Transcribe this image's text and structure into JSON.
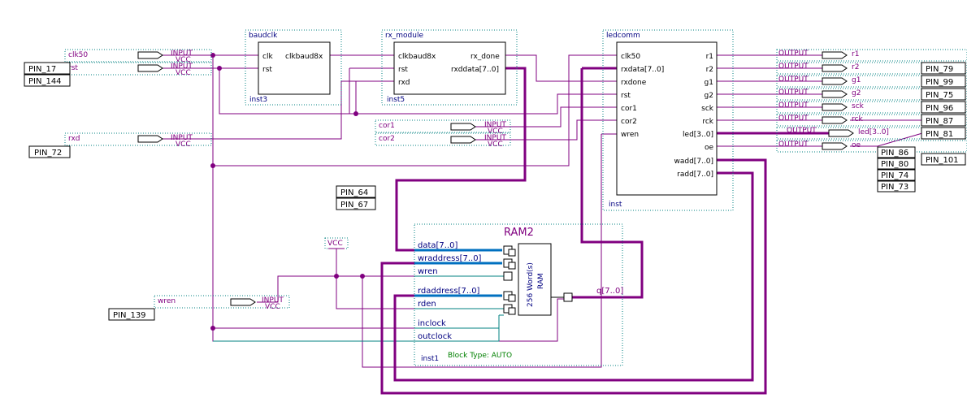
{
  "colors": {
    "wire": "#800080",
    "bus": "#800080",
    "ram_bus": "#0070c0",
    "frame": "#008080",
    "symbol": "#000080"
  },
  "inputs": {
    "clk50": {
      "name": "clk50",
      "type": "INPUT",
      "vcc": "VCC",
      "pin": "PIN_17"
    },
    "rst": {
      "name": "rst",
      "type": "INPUT",
      "vcc": "VCC",
      "pin": "PIN_144"
    },
    "rxd": {
      "name": "rxd",
      "type": "INPUT",
      "vcc": "VCC",
      "pin": "PIN_72"
    },
    "cor1": {
      "name": "cor1",
      "type": "INPUT",
      "vcc": "VCC",
      "pin": "PIN_64"
    },
    "cor2": {
      "name": "cor2",
      "type": "INPUT",
      "vcc": "VCC",
      "pin": "PIN_67"
    },
    "wren": {
      "name": "wren",
      "type": "INPUT",
      "vcc": "VCC",
      "pin": "PIN_139"
    }
  },
  "outputs": [
    {
      "name": "r1",
      "type": "OUTPUT",
      "pin": "PIN_79"
    },
    {
      "name": "r2",
      "type": "OUTPUT",
      "pin": "PIN_99"
    },
    {
      "name": "g1",
      "type": "OUTPUT",
      "pin": "PIN_75"
    },
    {
      "name": "g2",
      "type": "OUTPUT",
      "pin": "PIN_96"
    },
    {
      "name": "sck",
      "type": "OUTPUT",
      "pin": "PIN_87"
    },
    {
      "name": "rck",
      "type": "OUTPUT",
      "pin": "PIN_81"
    },
    {
      "name": "led[3..0]",
      "type": "OUTPUT",
      "pins": [
        "PIN_86",
        "PIN_80",
        "PIN_74",
        "PIN_73"
      ]
    },
    {
      "name": "oe",
      "type": "OUTPUT",
      "pin": "PIN_101"
    }
  ],
  "vcc_label": "VCC",
  "blocks": {
    "baudclk": {
      "title": "baudclk",
      "inst": "inst3",
      "ports_in": [
        "clk",
        "rst"
      ],
      "ports_out": [
        "clkbaud8x"
      ]
    },
    "rx_module": {
      "title": "rx_module",
      "inst": "inst5",
      "ports_in": [
        "clkbaud8x",
        "rst",
        "rxd"
      ],
      "ports_out": [
        "rx_done",
        "rxddata[7..0]"
      ]
    },
    "ledcomm": {
      "title": "ledcomm",
      "inst": "inst",
      "ports_in": [
        "clk50",
        "rxdata[7..0]",
        "rxdone",
        "rst",
        "cor1",
        "cor2",
        "wren"
      ],
      "ports_out": [
        "r1",
        "r2",
        "g1",
        "g2",
        "sck",
        "rck",
        "led[3..0]",
        "oe",
        "wadd[7..0]",
        "radd[7..0]"
      ]
    },
    "ram2": {
      "title": "RAM2",
      "inst": "inst1",
      "ports_in": [
        "data[7..0]",
        "wraddress[7..0]",
        "wren",
        "rdaddress[7..0]",
        "rden",
        "inclock",
        "outclock"
      ],
      "port_out": "q[7..0]",
      "inner_line1": "256 Word(s)",
      "inner_line2": "RAM",
      "block_type": "Block Type: AUTO"
    }
  }
}
